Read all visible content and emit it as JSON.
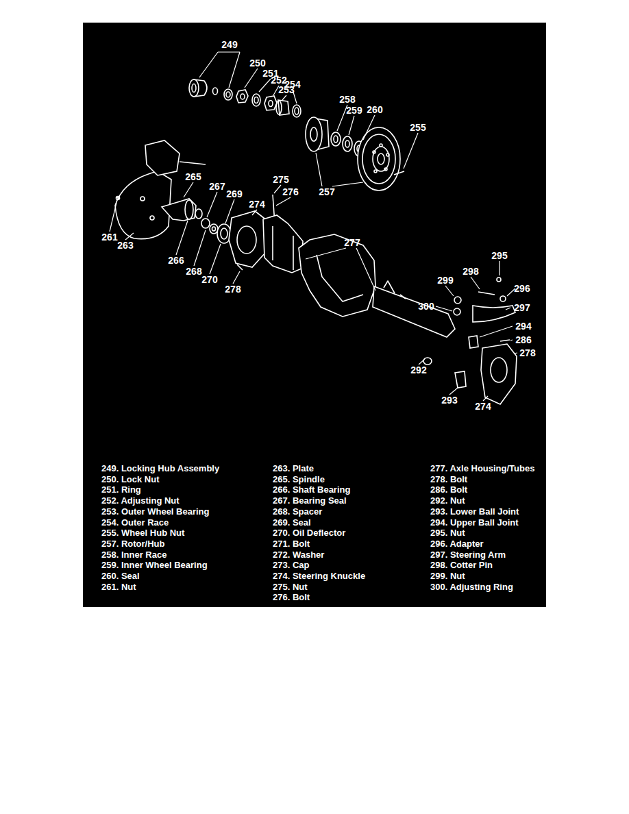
{
  "diagram": {
    "labels": [
      "249",
      "250",
      "251",
      "252",
      "253",
      "254",
      "258",
      "259",
      "260",
      "255",
      "257",
      "265",
      "275",
      "276",
      "267",
      "269",
      "274",
      "261",
      "263",
      "266",
      "268",
      "270",
      "278",
      "277",
      "295",
      "299",
      "298",
      "296",
      "300",
      "297",
      "294",
      "286",
      "278",
      "292",
      "293",
      "274",
      "249. Locking Hub Assembly",
      "250. Lock Nut",
      "251. Ring",
      "252. Adjusting Nut",
      "253. Outer Wheel Bearing",
      "254. Outer Race",
      "255. Wheel Hub Nut",
      "257. Rotor/Hub",
      "258. Inner Race",
      "259. Inner Wheel Bearing",
      "260. Seal",
      "261. Nut",
      "263. Plate",
      "265. Spindle",
      "266. Shaft Bearing",
      "267. Bearing Seal",
      "268. Spacer",
      "269. Seal",
      "270. Oil Deflector",
      "271. Bolt",
      "272. Washer",
      "273. Cap",
      "274. Steering Knuckle",
      "275. Nut",
      "276. Bolt",
      "277. Axle Housing/Tubes",
      "278. Bolt",
      "286. Bolt",
      "292. Nut",
      "293. Lower Ball Joint",
      "294. Upper Ball Joint",
      "295. Nut",
      "296. Adapter",
      "297. Steering Arm",
      "298. Cotter Pin",
      "299. Nut",
      "300. Adjusting Ring"
    ]
  }
}
